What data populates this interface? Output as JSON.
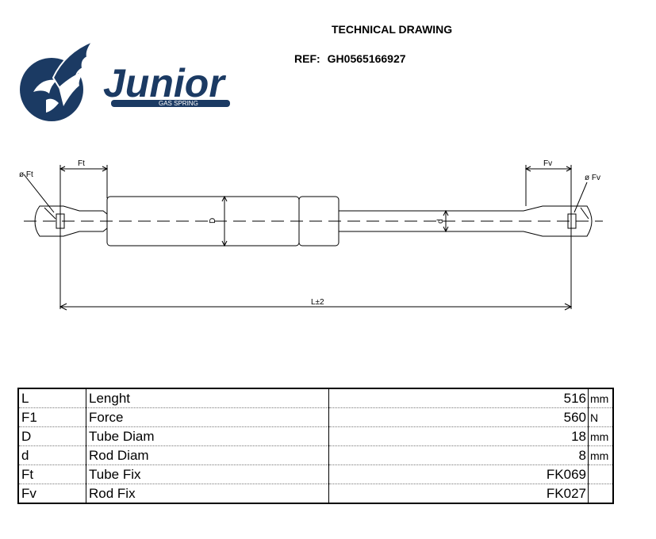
{
  "header": {
    "title": "TECHNICAL DRAWING",
    "ref_label": "REF:",
    "ref_value": "GH0565166927"
  },
  "logo": {
    "brand": "Junior",
    "tagline": "GAS SPRING",
    "brand_color": "#1b3a63"
  },
  "drawing": {
    "label_ft": "Ft",
    "label_fv": "Fv",
    "label_phi_ft": "ø Ft",
    "label_phi_fv": "ø Fv",
    "label_tube_diam": "D",
    "label_rod_diam": "d",
    "label_length": "L±2"
  },
  "specs": {
    "rows": [
      {
        "code": "L",
        "name": "Lenght",
        "value": "516",
        "unit": "mm"
      },
      {
        "code": "F1",
        "name": "Force",
        "value": "560",
        "unit": "N"
      },
      {
        "code": "D",
        "name": "Tube Diam",
        "value": "18",
        "unit": "mm"
      },
      {
        "code": "d",
        "name": "Rod Diam",
        "value": "8",
        "unit": "mm"
      },
      {
        "code": "Ft",
        "name": "Tube Fix",
        "value": "FK069",
        "unit": ""
      },
      {
        "code": "Fv",
        "name": "Rod Fix",
        "value": "FK027",
        "unit": ""
      }
    ]
  }
}
